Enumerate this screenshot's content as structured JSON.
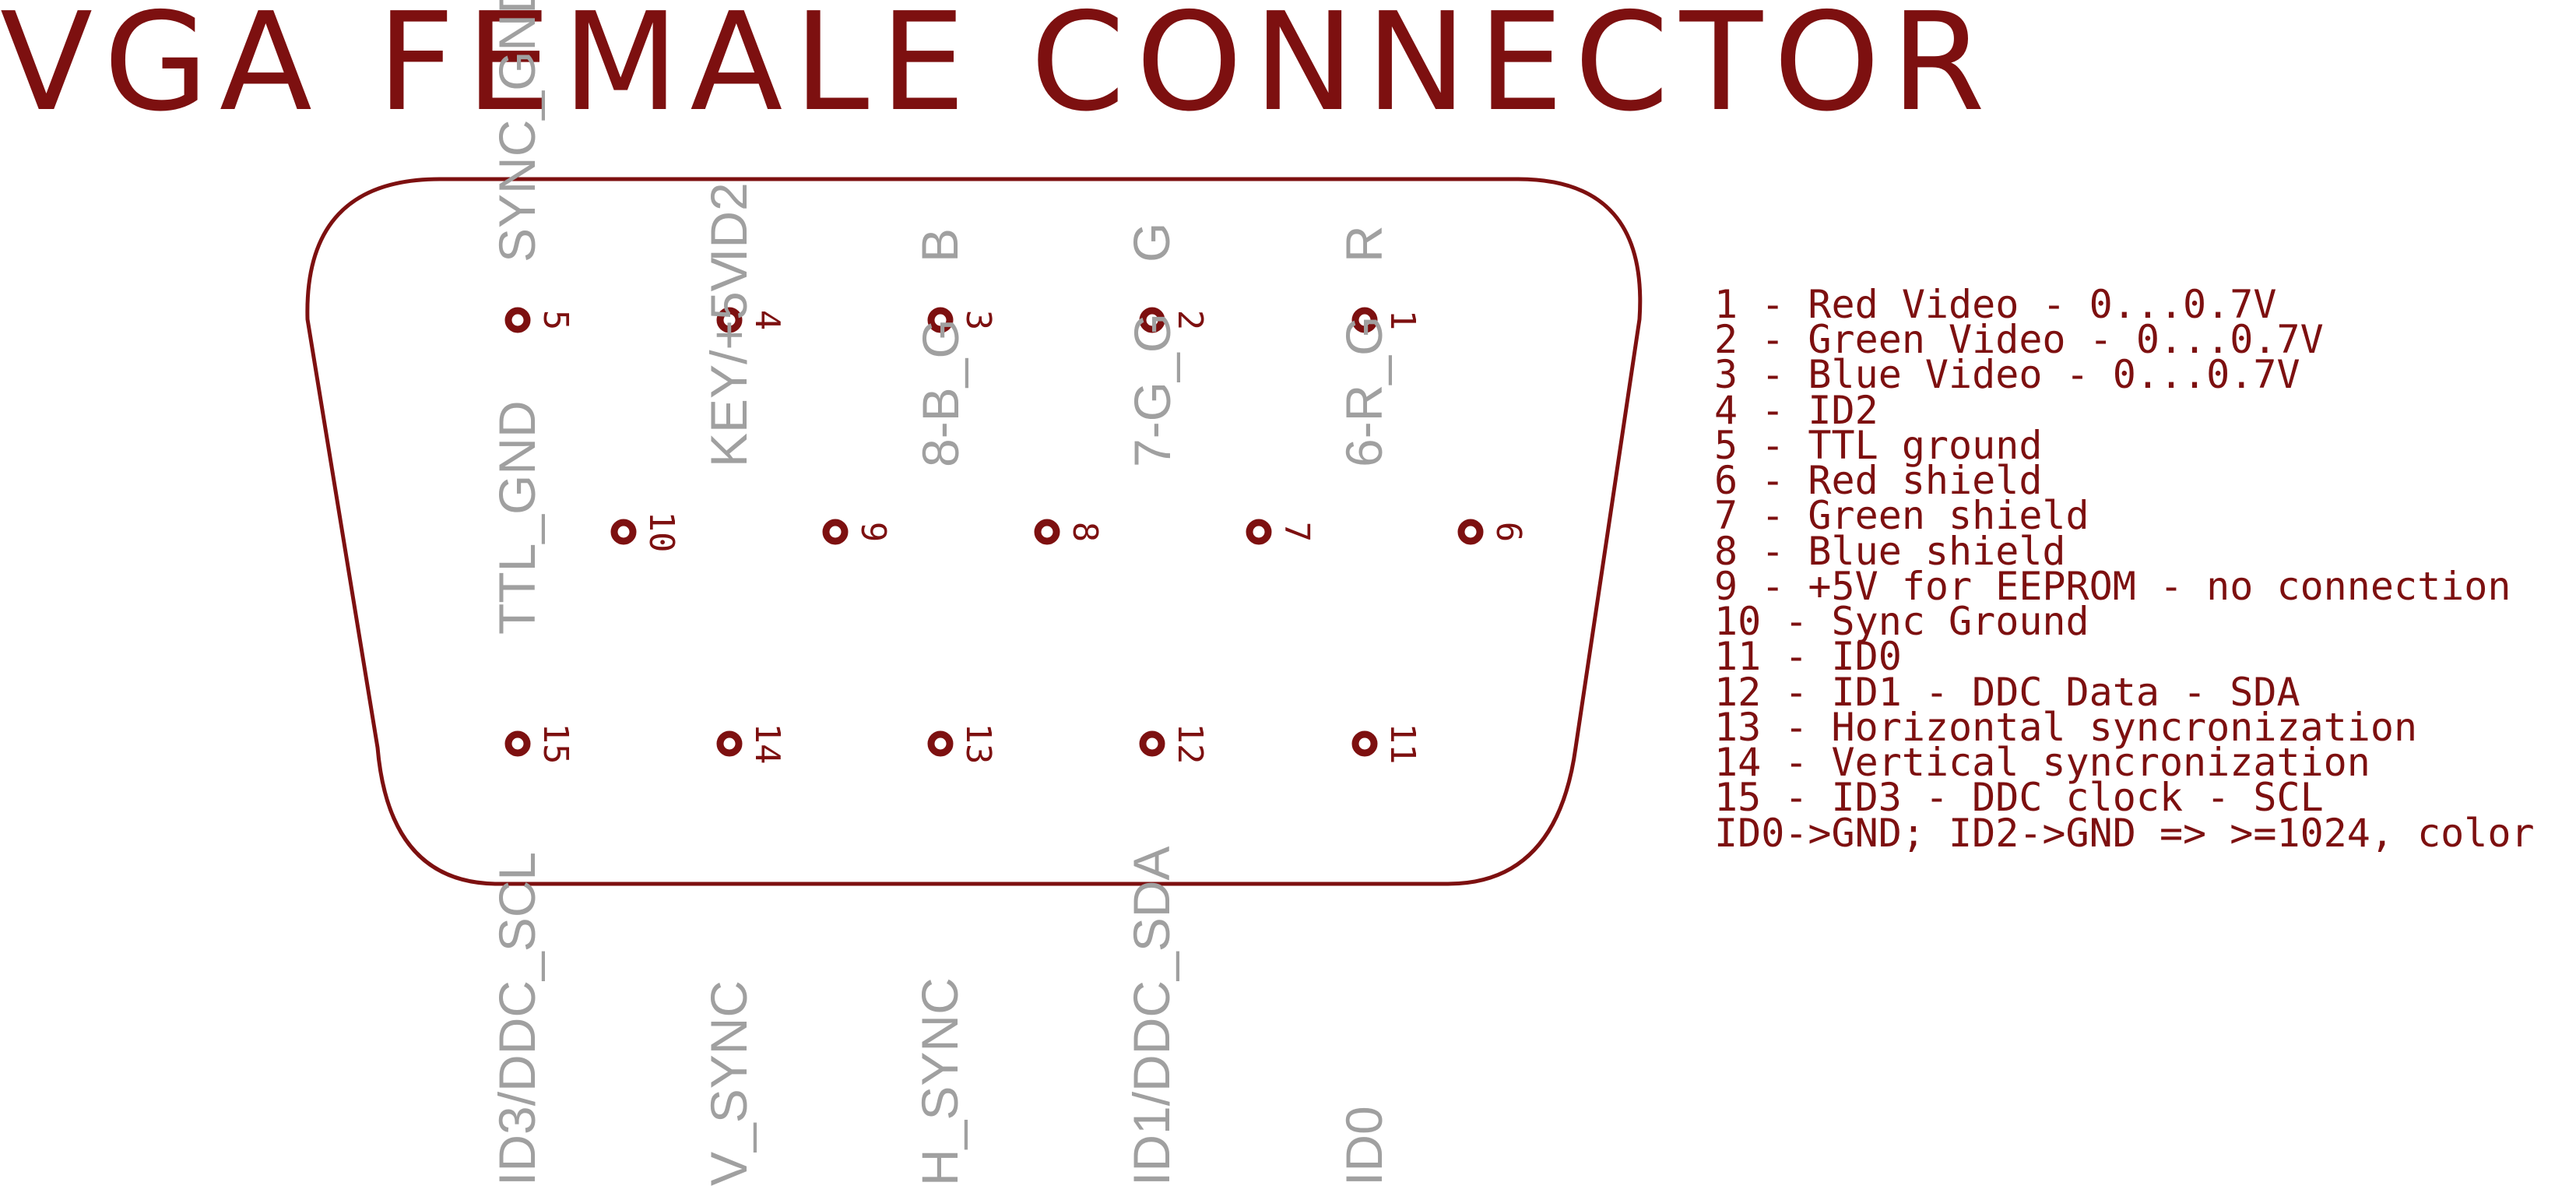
{
  "title": "VGA FEMALE CONNECTOR",
  "colors": {
    "schematic": "#7d1010",
    "signal_labels": "#a0a0a0",
    "background": "#ffffff"
  },
  "pins": [
    {
      "num": "1",
      "signal": "R"
    },
    {
      "num": "2",
      "signal": "G"
    },
    {
      "num": "3",
      "signal": "B"
    },
    {
      "num": "4",
      "signal": "ID2"
    },
    {
      "num": "5",
      "signal": "SYNC_GND"
    },
    {
      "num": "6",
      "signal": "6-R_G"
    },
    {
      "num": "7",
      "signal": "7-G_G"
    },
    {
      "num": "8",
      "signal": "8-B_G"
    },
    {
      "num": "9",
      "signal": "KEY/+5V"
    },
    {
      "num": "10",
      "signal": "TTL_GND"
    },
    {
      "num": "11",
      "signal": "ID0"
    },
    {
      "num": "12",
      "signal": "ID1/DDC_SDA"
    },
    {
      "num": "13",
      "signal": "H_SYNC"
    },
    {
      "num": "14",
      "signal": "V_SYNC"
    },
    {
      "num": "15",
      "signal": "ID3/DDC_SCL"
    }
  ],
  "legend": [
    "1 - Red Video - 0...0.7V",
    "2 - Green Video - 0...0.7V",
    "3 - Blue Video - 0...0.7V",
    "4 - ID2",
    "5 - TTL ground",
    "6 - Red shield",
    "7 - Green shield",
    "8 - Blue shield",
    "9 - +5V for EEPROM - no connection",
    "10 - Sync Ground",
    "11 - ID0",
    "12 -  ID1 - DDC Data - SDA",
    "13 - Horizontal syncronization",
    "14 - Vertical syncronization",
    "15 - ID3 - DDC clock - SCL",
    "ID0->GND; ID2->GND => >=1024, color"
  ]
}
